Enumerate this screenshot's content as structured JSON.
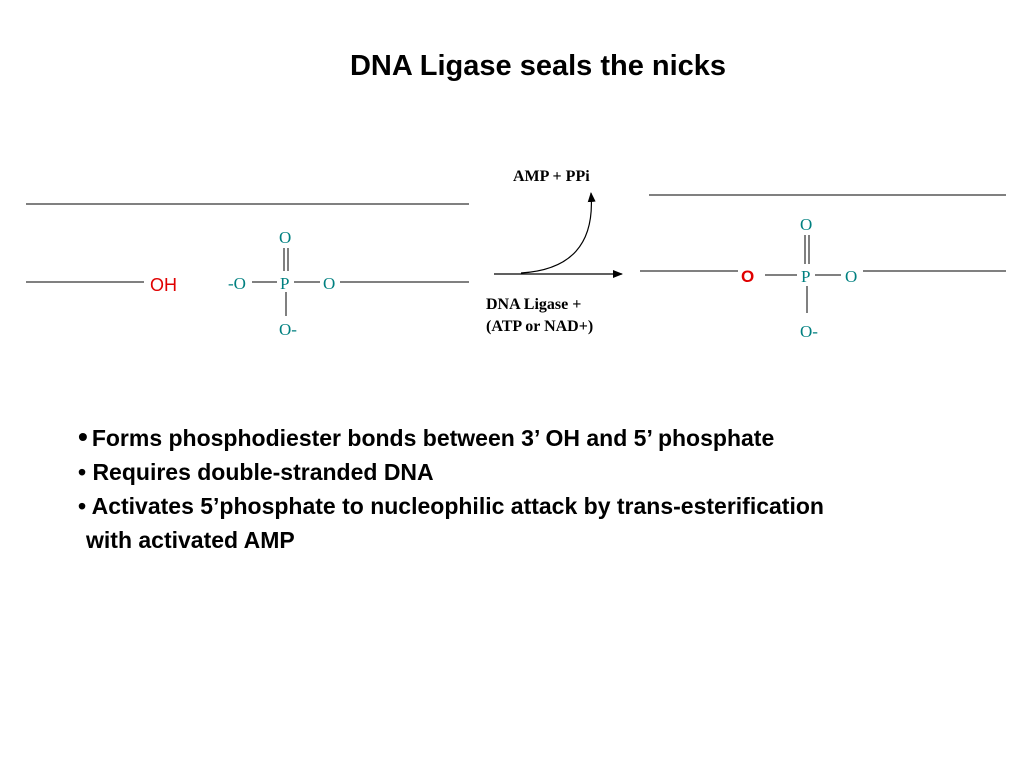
{
  "title": "DNA Ligase seals the nicks",
  "colors": {
    "atom": "#008080",
    "highlight": "#e00000",
    "line": "#000000"
  },
  "left_molecule": {
    "hydroxyl": "OH",
    "o_neg_left": "-O",
    "p": "P",
    "o_top": "O",
    "o_right": "O",
    "o_bottom": "O-"
  },
  "reaction": {
    "byproduct": "AMP + PPi",
    "enzyme_line1": "DNA Ligase +",
    "enzyme_line2": "(ATP or NAD+)"
  },
  "right_molecule": {
    "o_bridge": "O",
    "p": "P",
    "o_top": "O",
    "o_right": "O",
    "o_bottom": "O-"
  },
  "bullets": {
    "b1": "Forms phosphodiester bonds between 3’ OH and 5’ phosphate",
    "b2": "• Requires double-stranded DNA",
    "b3": "• Activates 5’phosphate to nucleophilic attack by trans-esterification",
    "b3_cont": "with activated AMP"
  }
}
